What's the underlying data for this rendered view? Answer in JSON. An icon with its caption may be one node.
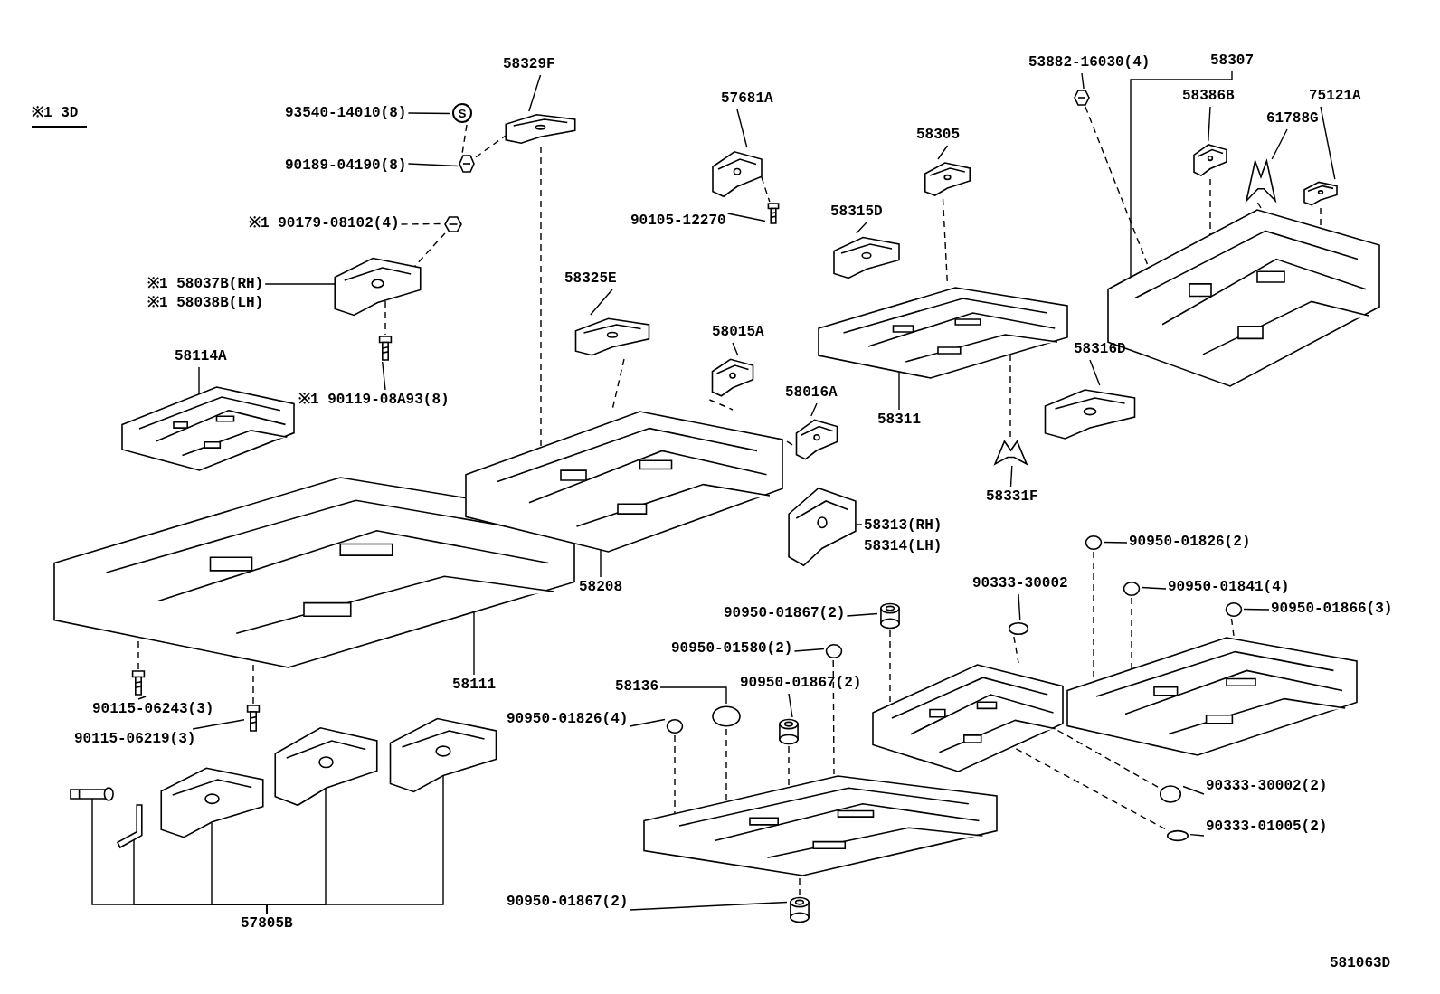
{
  "diagram": {
    "nodes": [
      {
        "text": [
          "58329F"
        ]
      },
      {
        "text": [],
        "shape": "picture"
      },
      {
        "text": [
          "93540-14010(8)"
        ]
      },
      {
        "text": [
          "S"
        ]
      },
      {
        "text": [
          "90189-04190(8)"
        ]
      },
      {
        "text": [],
        "shape": "picture"
      },
      {
        "text": [
          "※1 90179-08102(4)"
        ]
      },
      {
        "text": [],
        "shape": "picture"
      },
      {
        "text": [
          "※1 58037B(RH)"
        ]
      },
      {
        "text": [
          "※1 58038B(LH)"
        ]
      },
      {
        "text": [],
        "shape": "picture"
      },
      {
        "text": [],
        "shape": "picture"
      },
      {
        "text": [
          "※1 90119-08A93(8)"
        ]
      },
      {
        "text": [
          "58114A"
        ]
      },
      {
        "text": [],
        "shape": "picture"
      },
      {
        "text": [],
        "shape": "picture"
      },
      {
        "text": [
          "58111"
        ]
      },
      {
        "text": [],
        "shape": "picture"
      },
      {
        "text": [
          "90115-06243(3)"
        ]
      },
      {
        "text": [],
        "shape": "picture"
      },
      {
        "text": [
          "90115-06219(3)"
        ]
      },
      {
        "text": [],
        "shape": "picture"
      },
      {
        "text": [],
        "shape": "picture"
      },
      {
        "text": [],
        "shape": "picture"
      },
      {
        "text": [],
        "shape": "picture"
      },
      {
        "text": [],
        "shape": "picture"
      },
      {
        "text": [
          "57805B"
        ]
      },
      {
        "text": [
          "57681A"
        ]
      },
      {
        "text": [],
        "shape": "picture"
      },
      {
        "text": [],
        "shape": "picture"
      },
      {
        "text": [
          "90105-12270"
        ]
      },
      {
        "text": [
          "58325E"
        ]
      },
      {
        "text": [],
        "shape": "picture"
      },
      {
        "text": [
          "58015A"
        ]
      },
      {
        "text": [],
        "shape": "picture"
      },
      {
        "text": [
          "58016A"
        ]
      },
      {
        "text": [],
        "shape": "picture"
      },
      {
        "text": [],
        "shape": "picture"
      },
      {
        "text": [
          "58208"
        ]
      },
      {
        "text": [],
        "shape": "picture"
      },
      {
        "text": [
          "58313(RH)"
        ]
      },
      {
        "text": [
          "58314(LH)"
        ]
      },
      {
        "text": [
          "58305"
        ]
      },
      {
        "text": [],
        "shape": "picture"
      },
      {
        "text": [
          "58315D"
        ]
      },
      {
        "text": [],
        "shape": "picture"
      },
      {
        "text": [],
        "shape": "picture"
      },
      {
        "text": [
          "58311"
        ]
      },
      {
        "text": [
          "58316D"
        ]
      },
      {
        "text": [],
        "shape": "picture"
      },
      {
        "text": [],
        "shape": "picture"
      },
      {
        "text": [
          "58331F"
        ]
      },
      {
        "text": [
          "53882-16030(4)"
        ]
      },
      {
        "text": [],
        "shape": "picture"
      },
      {
        "text": [
          "58307"
        ]
      },
      {
        "text": [
          "58386B"
        ]
      },
      {
        "text": [
          "61788G"
        ]
      },
      {
        "text": [
          "75121A"
        ]
      },
      {
        "text": [],
        "shape": "picture"
      },
      {
        "text": [],
        "shape": "picture"
      },
      {
        "text": [],
        "shape": "picture"
      },
      {
        "text": [],
        "shape": "picture"
      },
      {
        "text": [
          "90950-01826(2)"
        ]
      },
      {
        "text": [],
        "shape": "circle"
      },
      {
        "text": [
          "90950-01841(4)"
        ]
      },
      {
        "text": [],
        "shape": "circle"
      },
      {
        "text": [
          "90333-30002"
        ]
      },
      {
        "text": [],
        "shape": "circle"
      },
      {
        "text": [
          "90950-01866(3)"
        ]
      },
      {
        "text": [],
        "shape": "circle"
      },
      {
        "text": [],
        "shape": "picture"
      },
      {
        "text": [
          "90950-01867(2)"
        ]
      },
      {
        "text": [],
        "shape": "cylinder"
      },
      {
        "text": [],
        "shape": "picture"
      },
      {
        "text": [
          "90950-01580(2)"
        ]
      },
      {
        "text": [],
        "shape": "circle"
      },
      {
        "text": [
          "58136"
        ]
      },
      {
        "text": [],
        "shape": "circle"
      },
      {
        "text": [
          "90950-01867(2)"
        ]
      },
      {
        "text": [],
        "shape": "cylinder"
      },
      {
        "text": [
          "90950-01826(4)"
        ]
      },
      {
        "text": [],
        "shape": "circle"
      },
      {
        "text": [],
        "shape": "picture"
      },
      {
        "text": [
          "90950-01867(2)"
        ]
      },
      {
        "text": [],
        "shape": "cylinder"
      },
      {
        "text": [
          "90333-30002(2)"
        ]
      },
      {
        "text": [],
        "shape": "circle"
      },
      {
        "text": [
          "90333-01005(2)"
        ]
      },
      {
        "text": [],
        "shape": "circle"
      }
    ],
    "edges": [
      {
        "from": 0,
        "to": 1,
        "arrow": "none"
      },
      {
        "from": 2,
        "to": 3,
        "arrow": "none"
      },
      {
        "from": 4,
        "to": 5,
        "arrow": "none"
      },
      {
        "from": 6,
        "to": 7,
        "arrow": "none",
        "style": "dashed"
      },
      {
        "from": 8,
        "to": 10,
        "arrow": "none"
      },
      {
        "from": 12,
        "to": 11,
        "arrow": "none"
      },
      {
        "from": 13,
        "to": 14,
        "arrow": "none"
      },
      {
        "from": 16,
        "to": 15,
        "arrow": "none"
      },
      {
        "from": 18,
        "to": 17,
        "arrow": "none"
      },
      {
        "from": 20,
        "to": 19,
        "arrow": "none"
      },
      {
        "from": 26,
        "to": 21,
        "arrow": "none"
      },
      {
        "from": 26,
        "to": 22,
        "arrow": "none"
      },
      {
        "from": 26,
        "to": 23,
        "arrow": "none"
      },
      {
        "from": 26,
        "to": 24,
        "arrow": "none"
      },
      {
        "from": 26,
        "to": 25,
        "arrow": "none"
      },
      {
        "from": 27,
        "to": 28,
        "arrow": "none"
      },
      {
        "from": 30,
        "to": 29,
        "arrow": "none"
      },
      {
        "from": 31,
        "to": 32,
        "arrow": "none"
      },
      {
        "from": 33,
        "to": 34,
        "arrow": "none"
      },
      {
        "from": 35,
        "to": 36,
        "arrow": "none"
      },
      {
        "from": 38,
        "to": 37,
        "arrow": "none"
      },
      {
        "from": 40,
        "to": 39,
        "arrow": "none"
      },
      {
        "from": 42,
        "to": 43,
        "arrow": "none"
      },
      {
        "from": 44,
        "to": 45,
        "arrow": "none"
      },
      {
        "from": 47,
        "to": 46,
        "arrow": "none"
      },
      {
        "from": 48,
        "to": 49,
        "arrow": "none"
      },
      {
        "from": 51,
        "to": 50,
        "arrow": "none"
      },
      {
        "from": 52,
        "to": 53,
        "arrow": "none"
      },
      {
        "from": 54,
        "to": 61,
        "arrow": "none"
      },
      {
        "from": 55,
        "to": 58,
        "arrow": "none"
      },
      {
        "from": 56,
        "to": 59,
        "arrow": "none"
      },
      {
        "from": 57,
        "to": 60,
        "arrow": "none"
      },
      {
        "from": 62,
        "to": 63,
        "arrow": "none"
      },
      {
        "from": 64,
        "to": 65,
        "arrow": "none"
      },
      {
        "from": 66,
        "to": 67,
        "arrow": "none"
      },
      {
        "from": 68,
        "to": 69,
        "arrow": "none"
      },
      {
        "from": 71,
        "to": 72,
        "arrow": "none"
      },
      {
        "from": 74,
        "to": 75,
        "arrow": "none"
      },
      {
        "from": 76,
        "to": 77,
        "arrow": "none"
      },
      {
        "from": 78,
        "to": 79,
        "arrow": "none"
      },
      {
        "from": 80,
        "to": 81,
        "arrow": "none"
      },
      {
        "from": 83,
        "to": 84,
        "arrow": "none"
      },
      {
        "from": 85,
        "to": 86,
        "arrow": "none"
      },
      {
        "from": 87,
        "to": 88,
        "arrow": "none"
      },
      {
        "from": 3,
        "to": 5,
        "arrow": "none",
        "style": "dashed"
      },
      {
        "from": 5,
        "to": 1,
        "arrow": "none",
        "style": "dashed"
      },
      {
        "from": 7,
        "to": 10,
        "arrow": "none",
        "style": "dashed"
      },
      {
        "from": 10,
        "to": 11,
        "arrow": "none",
        "style": "dashed"
      },
      {
        "from": 1,
        "to": 37,
        "arrow": "none",
        "style": "dashed"
      },
      {
        "from": 32,
        "to": 37,
        "arrow": "none",
        "style": "dashed"
      },
      {
        "from": 34,
        "to": 37,
        "arrow": "none",
        "style": "dashed"
      },
      {
        "from": 36,
        "to": 37,
        "arrow": "none",
        "style": "dashed"
      },
      {
        "from": 28,
        "to": 29,
        "arrow": "none",
        "style": "dashed"
      },
      {
        "from": 43,
        "to": 46,
        "arrow": "none",
        "style": "dashed"
      },
      {
        "from": 46,
        "to": 50,
        "arrow": "none",
        "style": "dashed"
      },
      {
        "from": 53,
        "to": 61,
        "arrow": "none",
        "style": "dashed"
      },
      {
        "from": 58,
        "to": 61,
        "arrow": "none",
        "style": "dashed"
      },
      {
        "from": 59,
        "to": 61,
        "arrow": "none",
        "style": "dashed"
      },
      {
        "from": 60,
        "to": 61,
        "arrow": "none",
        "style": "dashed"
      },
      {
        "from": 17,
        "to": 15,
        "arrow": "none",
        "style": "dashed"
      },
      {
        "from": 19,
        "to": 15,
        "arrow": "none",
        "style": "dashed"
      },
      {
        "from": 63,
        "to": 70,
        "arrow": "none",
        "style": "dashed"
      },
      {
        "from": 65,
        "to": 70,
        "arrow": "none",
        "style": "dashed"
      },
      {
        "from": 69,
        "to": 70,
        "arrow": "none",
        "style": "dashed"
      },
      {
        "from": 67,
        "to": 73,
        "arrow": "none",
        "style": "dashed"
      },
      {
        "from": 72,
        "to": 73,
        "arrow": "none",
        "style": "dashed"
      },
      {
        "from": 86,
        "to": 73,
        "arrow": "none",
        "style": "dashed"
      },
      {
        "from": 88,
        "to": 73,
        "arrow": "none",
        "style": "dashed"
      },
      {
        "from": 75,
        "to": 82,
        "arrow": "none",
        "style": "dashed"
      },
      {
        "from": 77,
        "to": 82,
        "arrow": "none",
        "style": "dashed"
      },
      {
        "from": 79,
        "to": 82,
        "arrow": "none",
        "style": "dashed"
      },
      {
        "from": 81,
        "to": 82,
        "arrow": "none",
        "style": "dashed"
      },
      {
        "from": 84,
        "to": 82,
        "arrow": "none",
        "style": "dashed"
      }
    ],
    "labels": [
      "※1 3D",
      "581063D"
    ]
  }
}
